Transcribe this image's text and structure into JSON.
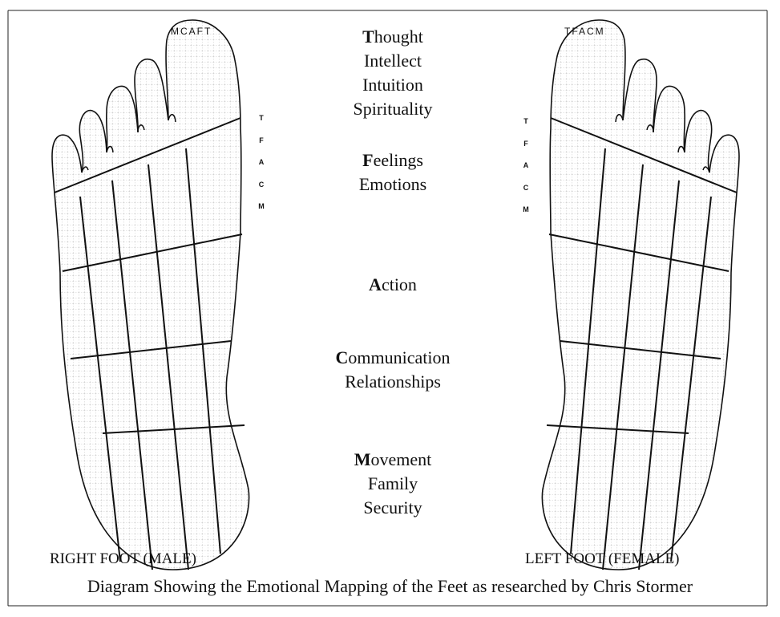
{
  "toe_labels": {
    "right": "MCAFT",
    "left": "TFACM"
  },
  "zone_letters": {
    "right": [
      "T",
      "F",
      "A",
      "C",
      "M"
    ],
    "left": [
      "T",
      "F",
      "A",
      "C",
      "M"
    ]
  },
  "zones": {
    "thought": [
      "Thought",
      "Intellect",
      "Intuition",
      "Spirituality"
    ],
    "feelings": [
      "Feelings",
      "Emotions"
    ],
    "action": [
      "Action"
    ],
    "communication": [
      "Communication",
      "Relationships"
    ],
    "movement": [
      "Movement",
      "Family",
      "Security"
    ]
  },
  "foot_labels": {
    "right": "RIGHT FOOT (MALE)",
    "left": "LEFT FOOT (FEMALE)"
  },
  "caption": "Diagram Showing the Emotional Mapping of the Feet as researched by Chris Stormer"
}
